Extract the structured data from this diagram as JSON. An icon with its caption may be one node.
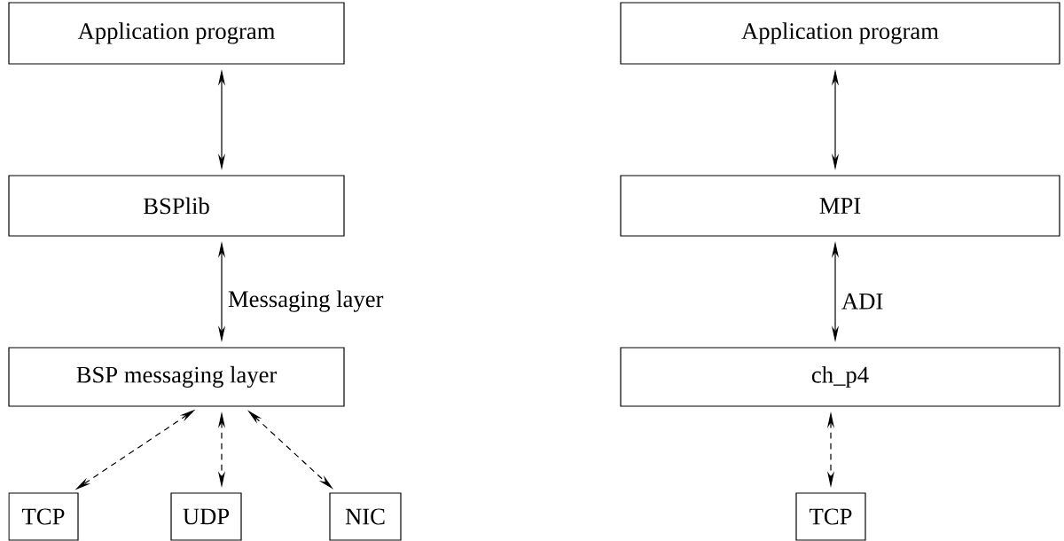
{
  "diagram": {
    "nodes": [
      {
        "text": [
          "Application program"
        ]
      },
      {
        "text": [
          "BSPlib"
        ]
      },
      {
        "text": [
          "BSP messaging layer"
        ]
      },
      {
        "text": [
          "TCP"
        ]
      },
      {
        "text": [
          "UDP"
        ]
      },
      {
        "text": [
          "NIC"
        ]
      },
      {
        "text": [
          "Application program"
        ]
      },
      {
        "text": [
          "MPI"
        ]
      },
      {
        "text": [
          "ch_p4"
        ]
      },
      {
        "text": [
          "TCP"
        ]
      }
    ],
    "edges": [
      {
        "from": 0,
        "to": 1,
        "arrow": "both"
      },
      {
        "from": 1,
        "to": 2,
        "arrow": "both",
        "label": "Messaging layer"
      },
      {
        "from": 2,
        "to": 3,
        "arrow": "both",
        "style": "dashed"
      },
      {
        "from": 2,
        "to": 4,
        "arrow": "both",
        "style": "dashed"
      },
      {
        "from": 2,
        "to": 5,
        "arrow": "both",
        "style": "dashed"
      },
      {
        "from": 6,
        "to": 7,
        "arrow": "both"
      },
      {
        "from": 7,
        "to": 8,
        "arrow": "both",
        "label": "ADI"
      },
      {
        "from": 8,
        "to": 9,
        "arrow": "both",
        "style": "dashed"
      }
    ]
  }
}
